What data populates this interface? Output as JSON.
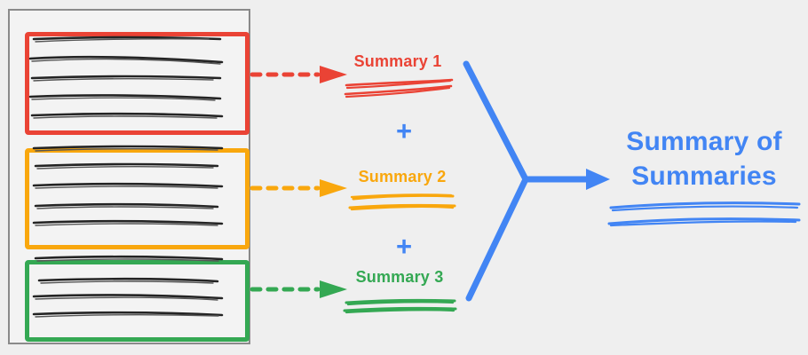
{
  "colors": {
    "bg": "#efefef",
    "doc-fill": "#f3f3f3",
    "doc-border": "#8a8a8a",
    "ink": "#242424",
    "red": "#ea4335",
    "orange": "#f9a70d",
    "green": "#34a853",
    "blue": "#4285f4"
  },
  "diagram": {
    "document_sections": [
      {
        "name": "section-1",
        "color": "#ea4335",
        "text_lines": 5
      },
      {
        "name": "section-2",
        "color": "#f9a70d",
        "text_lines": 5
      },
      {
        "name": "section-3",
        "color": "#34a853",
        "text_lines": 4
      }
    ],
    "summaries": [
      {
        "label": "Summary 1",
        "color": "#ea4335"
      },
      {
        "label": "Summary 2",
        "color": "#f9a70d"
      },
      {
        "label": "Summary 3",
        "color": "#34a853"
      }
    ],
    "operator": "+",
    "result": {
      "line1": "Summary of",
      "line2": "Summaries",
      "color": "#4285f4"
    }
  }
}
